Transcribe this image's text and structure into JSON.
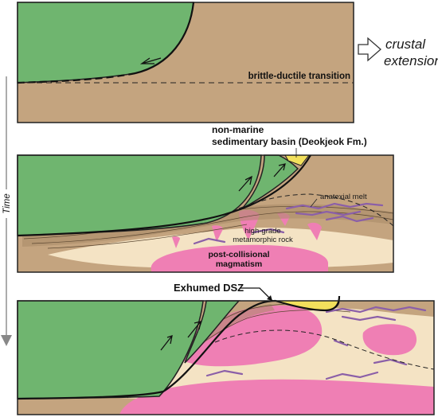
{
  "labels": {
    "brittle_ductile": "brittle-ductile transition",
    "crustal": "crustal",
    "extension": "extension",
    "time": "Time",
    "basin_line1": "non-marine",
    "basin_line2": "sedimentary basin (Deokjeok Fm.)",
    "anatexial": "anatexial melt",
    "hg_line1": "high-grade",
    "hg_line2": "metamorphic rock",
    "pc_line1": "post-collisional",
    "pc_line2": "magmatism",
    "dsz": "Exhumed DSZ"
  },
  "colors": {
    "crust": "#c4a47f",
    "block": "#6fb56f",
    "melt": "#ef7fb4",
    "metamorphic": "#f4e3c4",
    "basin": "#f2e05c",
    "vein": "#8b5fa8",
    "outline": "#222222",
    "arrow": "#888888"
  }
}
